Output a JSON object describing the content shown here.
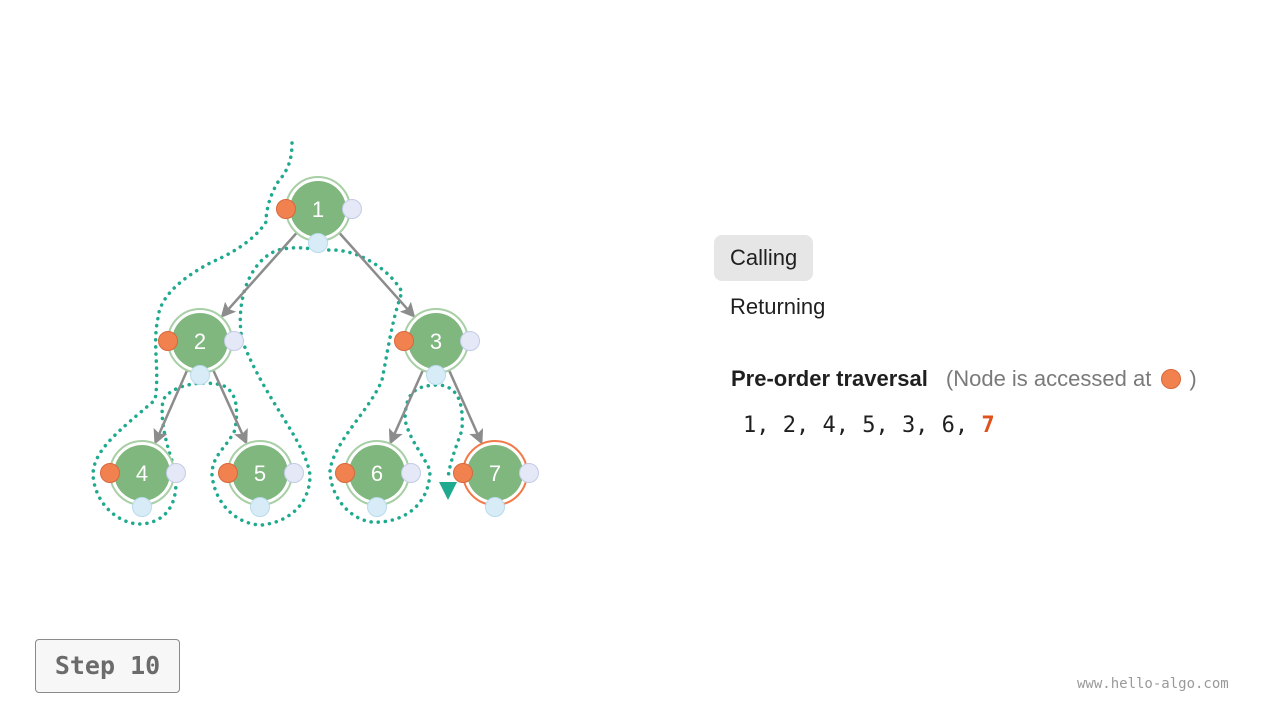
{
  "tabs": {
    "calling": "Calling",
    "returning": "Returning"
  },
  "legend": {
    "title": "Pre-order traversal",
    "note_pre": "(Node is accessed at",
    "note_post": ")"
  },
  "sequence": {
    "visited": "1, 2, 4, 5, 3, 6, ",
    "current": "7"
  },
  "step": {
    "label": "Step 10"
  },
  "watermark": "www.hello-algo.com",
  "tree": {
    "nodes": [
      {
        "id": "node-1",
        "label": "1"
      },
      {
        "id": "node-2",
        "label": "2"
      },
      {
        "id": "node-3",
        "label": "3"
      },
      {
        "id": "node-4",
        "label": "4"
      },
      {
        "id": "node-5",
        "label": "5"
      },
      {
        "id": "node-6",
        "label": "6"
      },
      {
        "id": "node-7",
        "label": "7"
      }
    ],
    "edges": [
      [
        "1",
        "2"
      ],
      [
        "1",
        "3"
      ],
      [
        "2",
        "4"
      ],
      [
        "2",
        "5"
      ],
      [
        "3",
        "6"
      ],
      [
        "3",
        "7"
      ]
    ],
    "highlighted_node": "7"
  },
  "colors": {
    "node_fill": "#7fb77e",
    "node_ring": "#a8cfa6",
    "highlight_ring": "#f27a4a",
    "pre_marker": "#f28150",
    "in_marker": "#d7ecf7",
    "post_marker": "#e4e8f7",
    "edge": "#8c8c8c",
    "path": "#1fa98e"
  }
}
